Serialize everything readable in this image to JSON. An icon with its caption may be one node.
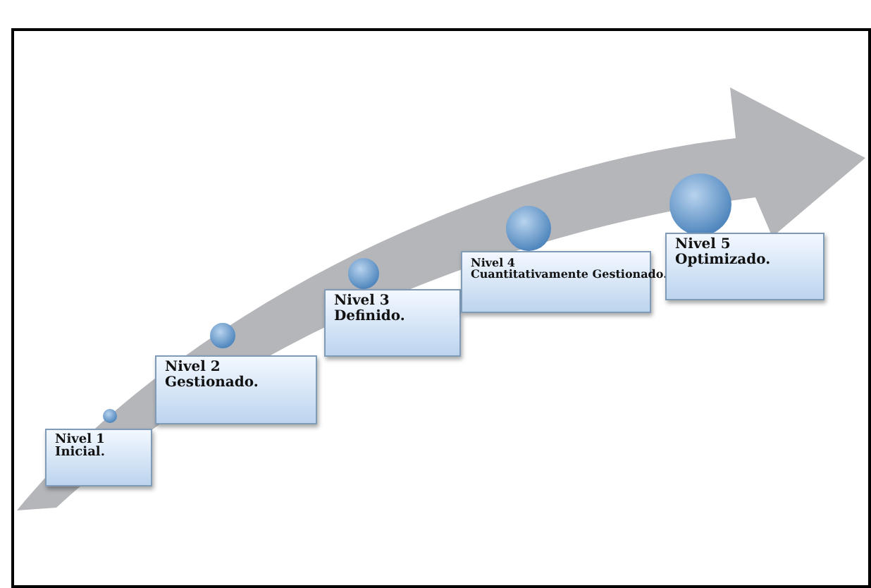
{
  "diagram": {
    "nodes": [
      {
        "text": [
          "Nivel 1",
          "Inicial."
        ]
      },
      {
        "text": [
          "Nivel 2",
          "Gestionado."
        ]
      },
      {
        "text": [
          "Nivel 3",
          "Definido."
        ]
      },
      {
        "text": [
          "Nivel 4",
          "Cuantitativamente Gestionado."
        ]
      },
      {
        "text": [
          "Nivel 5",
          "Optimizado."
        ]
      }
    ]
  }
}
